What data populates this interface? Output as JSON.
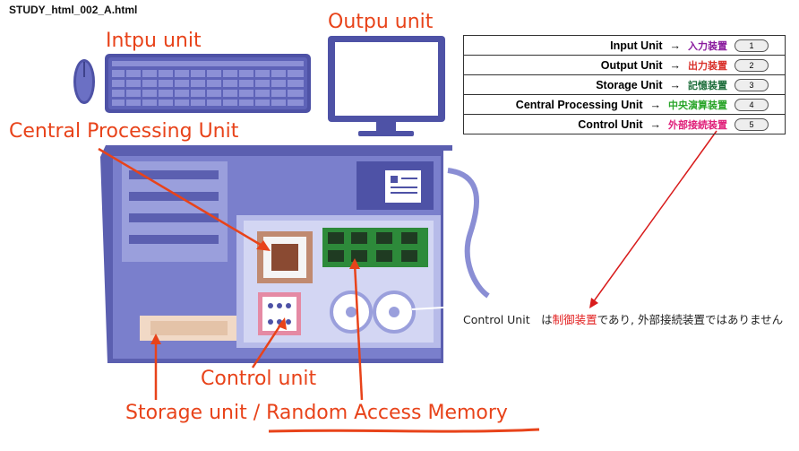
{
  "page": {
    "title": "STUDY_html_002_A.html"
  },
  "labels": {
    "input": "Intpu unit",
    "output": "Outpu unit",
    "cpu": "Central Processing Unit",
    "control": "Control unit",
    "storage": "Storage unit / Random Access Memory"
  },
  "mapping_table": {
    "rows": [
      {
        "english": "Input Unit",
        "arrow": "→",
        "japanese": "入力装置",
        "badge": "1",
        "color": "#8a1b9e"
      },
      {
        "english": "Output Unit",
        "arrow": "→",
        "japanese": "出力装置",
        "badge": "2",
        "color": "#d9312b"
      },
      {
        "english": "Storage Unit",
        "arrow": "→",
        "japanese": "記憶装置",
        "badge": "3",
        "color": "#1e6e3c"
      },
      {
        "english": "Central Processing Unit",
        "arrow": "→",
        "japanese": "中央演算装置",
        "badge": "4",
        "color": "#2aa52a"
      },
      {
        "english": "Control Unit",
        "arrow": "→",
        "japanese": "外部接続装置",
        "badge": "5",
        "color": "#e0207a"
      }
    ]
  },
  "note": {
    "prefix": "Control Unit　は",
    "highlight": "制御装置",
    "suffix": "であり, 外部接続装置ではありません"
  },
  "colors": {
    "accent": "#e8431a",
    "case": "#5b5fb0",
    "case_light": "#9a9fdc",
    "annotation_line": "#d81b1b"
  }
}
